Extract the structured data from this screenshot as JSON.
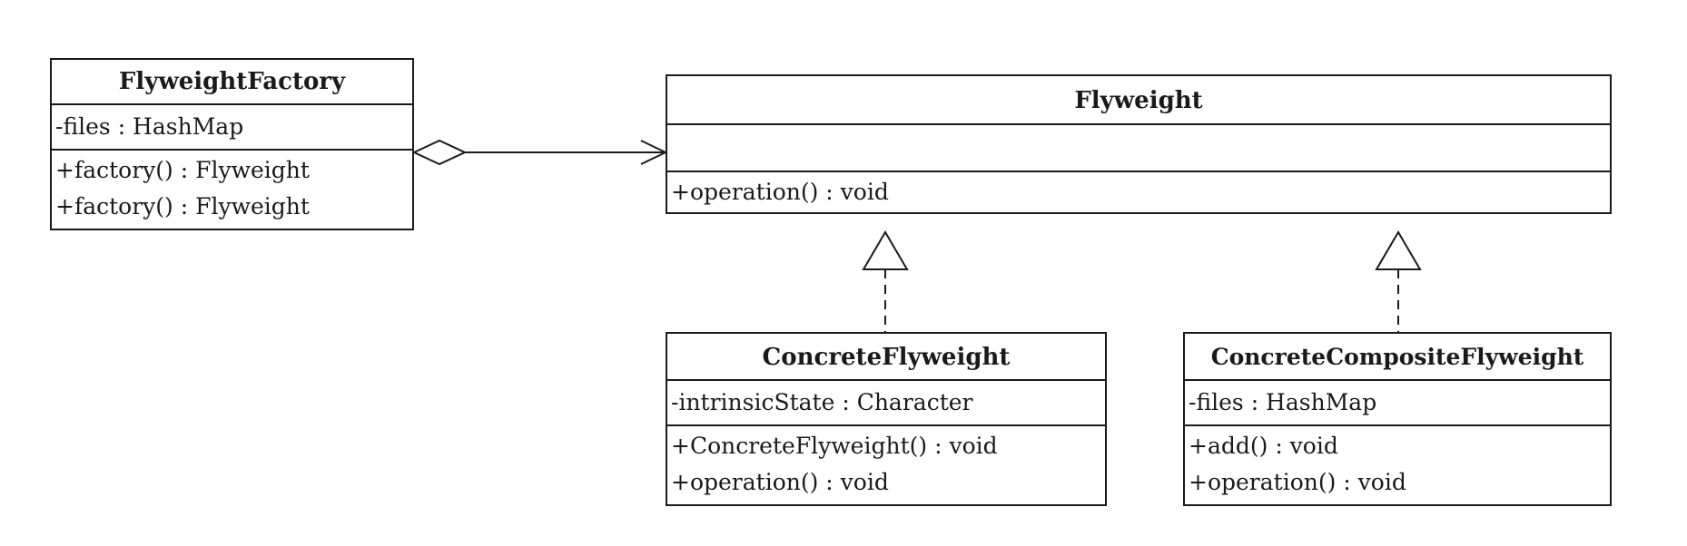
{
  "classes": {
    "flyweight_factory": {
      "name": "FlyweightFactory",
      "attributes": [
        "-files : HashMap"
      ],
      "operations": [
        "+factory() : Flyweight",
        "+factory() : Flyweight"
      ]
    },
    "flyweight": {
      "name": "Flyweight",
      "attributes": [],
      "operations": [
        "+operation() : void"
      ]
    },
    "concrete_flyweight": {
      "name": "ConcreteFlyweight",
      "attributes": [
        "-intrinsicState : Character"
      ],
      "operations": [
        "+ConcreteFlyweight() : void",
        "+operation() : void"
      ]
    },
    "concrete_composite_flyweight": {
      "name": "ConcreteCompositeFlyweight",
      "attributes": [
        "-files : HashMap"
      ],
      "operations": [
        "+add() : void",
        "+operation() : void"
      ]
    }
  },
  "relations": [
    {
      "type": "aggregation",
      "from": "FlyweightFactory",
      "to": "Flyweight"
    },
    {
      "type": "realization",
      "from": "ConcreteFlyweight",
      "to": "Flyweight"
    },
    {
      "type": "realization",
      "from": "ConcreteCompositeFlyweight",
      "to": "Flyweight"
    }
  ],
  "colors": {
    "line": "#1a1a1a",
    "background": "#ffffff"
  }
}
